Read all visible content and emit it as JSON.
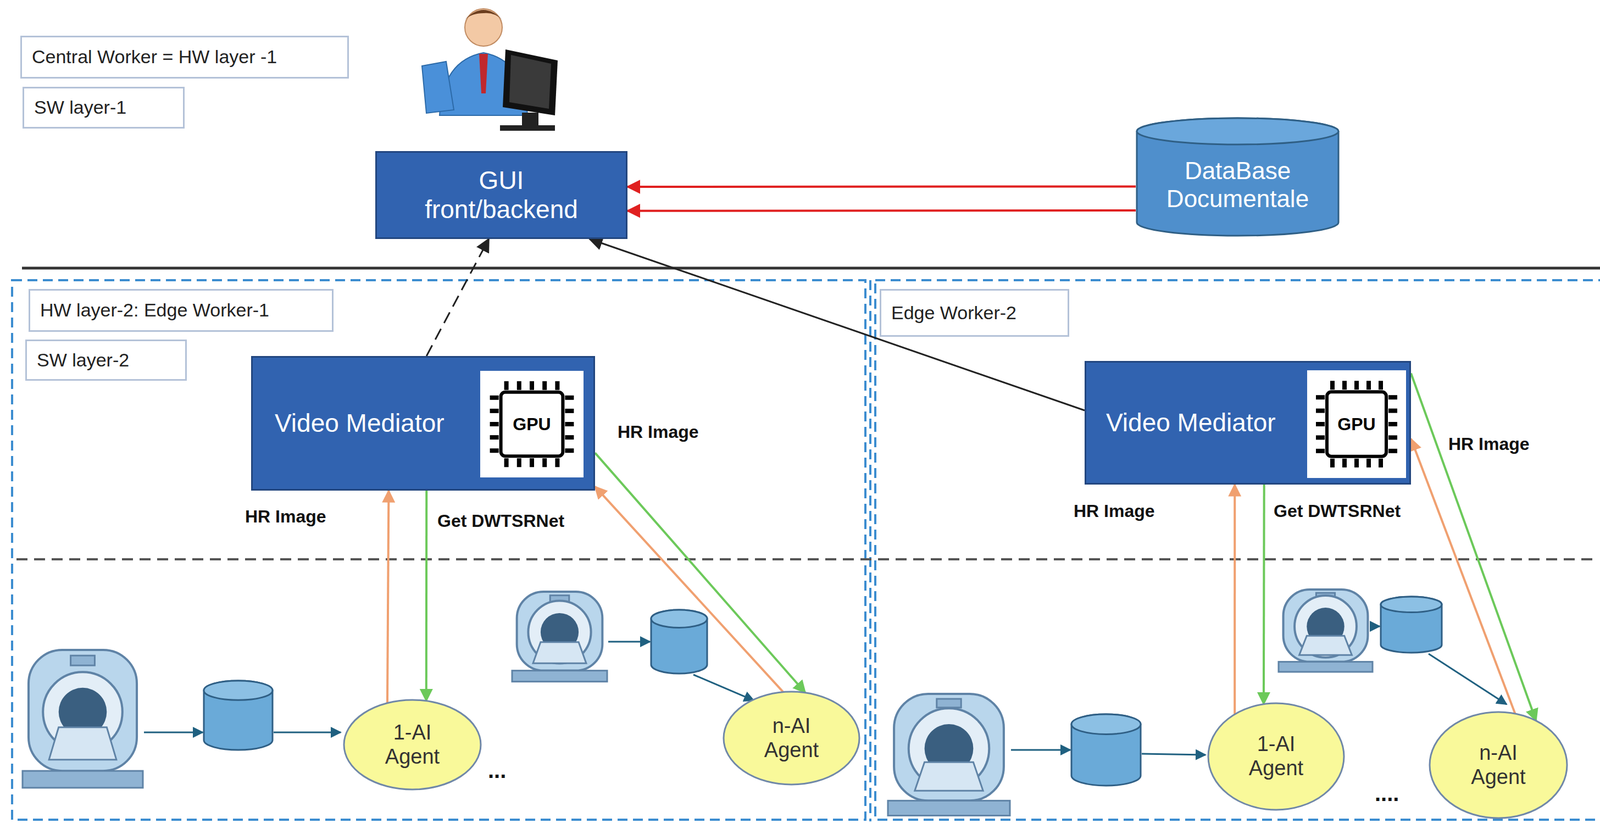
{
  "diagram": {
    "nodes": [
      {
        "text": [
          "Central Worker = HW layer -1"
        ]
      },
      {
        "text": [
          "SW layer-1"
        ]
      },
      {
        "text": [
          "GUI front/backend"
        ]
      },
      {
        "text": [
          "DataBase Documentale"
        ]
      },
      {
        "text": [
          "HW layer-2: Edge Worker-1"
        ]
      },
      {
        "text": [
          "SW layer-2"
        ]
      },
      {
        "text": [
          "Video Mediator"
        ]
      },
      {
        "text": [
          "GPU"
        ],
        "in": 6
      },
      {
        "text": [
          "1-AI Agent"
        ]
      },
      {
        "text": [
          "n-AI Agent"
        ]
      },
      {
        "text": [
          "Edge Worker-2"
        ]
      },
      {
        "text": [
          "Video Mediator"
        ]
      },
      {
        "text": [
          "GPU"
        ],
        "in": 11
      },
      {
        "text": [
          "1-AI Agent"
        ]
      },
      {
        "text": [
          "n-AI Agent"
        ]
      }
    ],
    "edges": [
      {
        "from": 3,
        "to": 2,
        "arrow": "to"
      },
      {
        "from": 3,
        "to": 2,
        "arrow": "to"
      },
      {
        "from": 6,
        "to": 2,
        "arrow": "to"
      },
      {
        "from": 11,
        "to": 2,
        "arrow": "to"
      },
      {
        "from": 8,
        "to": 6,
        "label": "HR Image",
        "arrow": "to"
      },
      {
        "from": 6,
        "to": 8,
        "label": "Get DWTSRNet",
        "arrow": "to"
      },
      {
        "from": 9,
        "to": 6,
        "label": "HR Image",
        "arrow": "to"
      },
      {
        "from": 6,
        "to": 9,
        "arrow": "to"
      },
      {
        "from": 13,
        "to": 11,
        "label": "HR Image",
        "arrow": "to"
      },
      {
        "from": 11,
        "to": 13,
        "label": "Get DWTSRNet",
        "arrow": "to"
      },
      {
        "from": 14,
        "to": 11,
        "label": "HR Image",
        "arrow": "to"
      },
      {
        "from": 11,
        "to": 14,
        "arrow": "to"
      }
    ],
    "labels": [
      "...",
      "...."
    ]
  }
}
